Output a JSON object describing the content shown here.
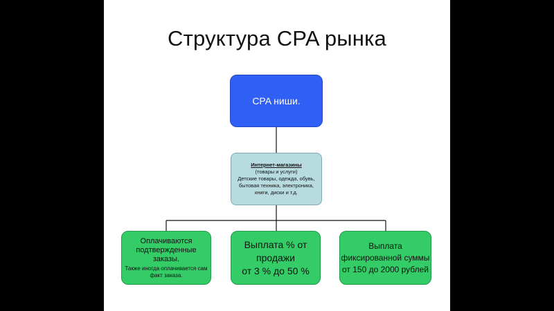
{
  "slide": {
    "title": "Структура CPA рынка"
  },
  "diagram": {
    "root": {
      "label": "CPA ниши."
    },
    "middle": {
      "heading": "Интернет-магазины",
      "lines": [
        "(товары и услуги)",
        "Детские товары, одежда, обувь,",
        "бытовая техника, электроника,",
        "книги, диски и т.д."
      ]
    },
    "leaves": [
      {
        "lines": [
          "Оплачиваются",
          "подтвержденные",
          "заказы."
        ],
        "note": "Также иногда оплачивается сам факт заказа."
      },
      {
        "lines": [
          "Выплата % от",
          "продажи",
          "от 3 % до 50 %"
        ]
      },
      {
        "lines": [
          "Выплата",
          "фиксированной суммы",
          "от 150 до 2000 рублей"
        ]
      }
    ]
  },
  "colors": {
    "root_fill": "#2f5ff5",
    "middle_fill": "#b8dbe0",
    "leaf_fill": "#33cc66",
    "connector": "#111111"
  }
}
